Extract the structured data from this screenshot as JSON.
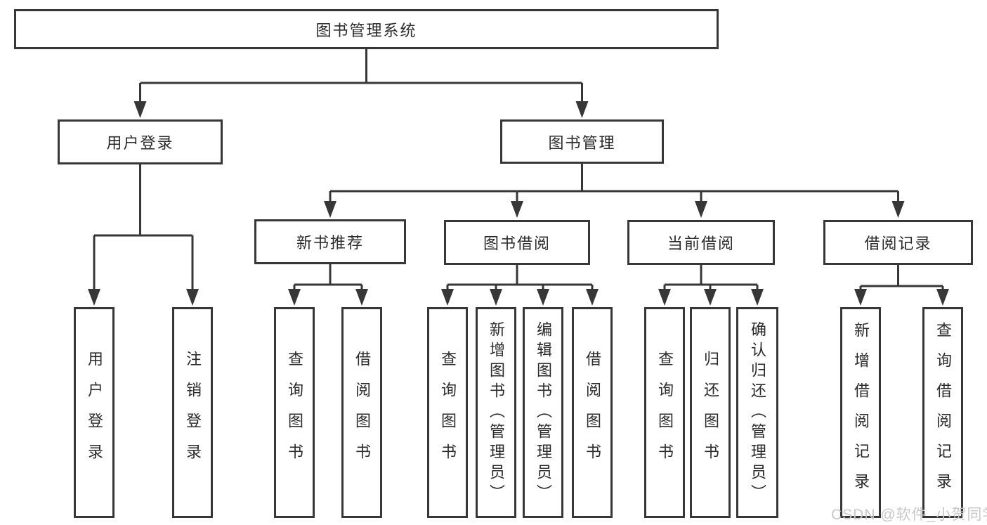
{
  "tree": {
    "label": "图书管理系统",
    "children": [
      {
        "label": "用户登录",
        "children": [
          {
            "label": "用户登录"
          },
          {
            "label": "注销登录"
          }
        ]
      },
      {
        "label": "图书管理",
        "children": [
          {
            "label": "新书推荐",
            "children": [
              {
                "label": "查询图书"
              },
              {
                "label": "借阅图书"
              }
            ]
          },
          {
            "label": "图书借阅",
            "children": [
              {
                "label": "查询图书"
              },
              {
                "label": "新增图书（管理员）"
              },
              {
                "label": "编辑图书（管理员）"
              },
              {
                "label": "借阅图书"
              }
            ]
          },
          {
            "label": "当前借阅",
            "children": [
              {
                "label": "查询图书"
              },
              {
                "label": "归还图书"
              },
              {
                "label": "确认归还（管理员）"
              }
            ]
          },
          {
            "label": "借阅记录",
            "children": [
              {
                "label": "新增借阅记录"
              },
              {
                "label": "查询借阅记录"
              }
            ]
          }
        ]
      }
    ]
  },
  "watermark": {
    "text": "CSDN @软件_小贺同学"
  },
  "colors": {
    "line": "#373737",
    "box_border": "#373737",
    "box_bg": "#ffffff",
    "text": "#2b2b2b",
    "watermark": "#c8c8c8"
  }
}
